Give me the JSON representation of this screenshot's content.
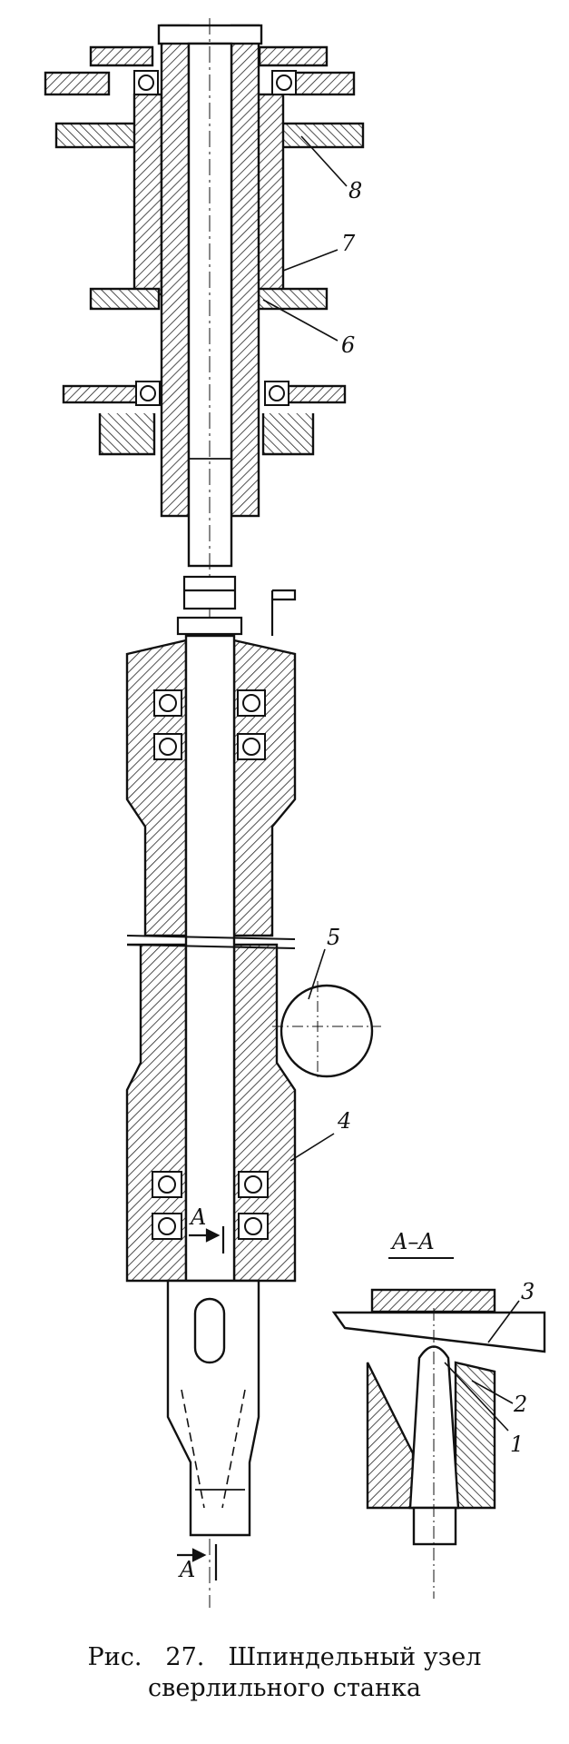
{
  "figure": {
    "callouts": [
      "8",
      "7",
      "6",
      "5",
      "4",
      "3",
      "2",
      "1"
    ],
    "section_title": "A–A",
    "section_mark_upper": "A",
    "section_mark_lower": "A"
  },
  "caption": {
    "prefix": "Рис.",
    "number": "27.",
    "title_line1": "Шпиндельный узел",
    "title_line2": "сверлильного станка"
  }
}
